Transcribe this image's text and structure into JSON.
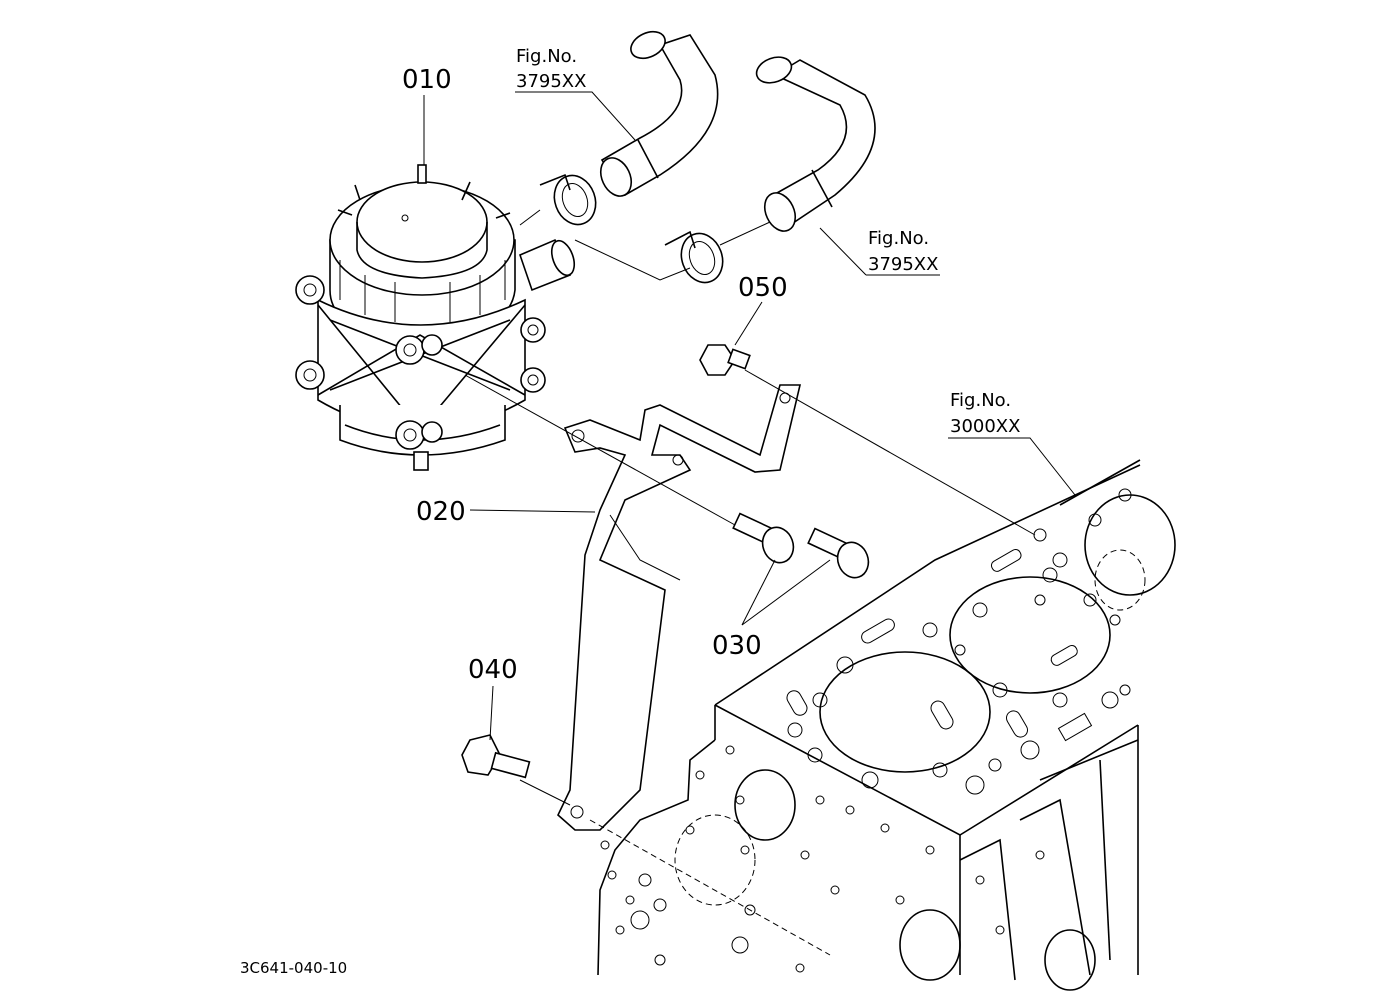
{
  "diagram": {
    "callouts": {
      "part_010": "010",
      "part_020": "020",
      "part_030": "030",
      "part_040": "040",
      "part_050": "050"
    },
    "figure_refs": {
      "hose_upper": {
        "line1": "Fig.No.",
        "line2": "3795XX"
      },
      "hose_right": {
        "line1": "Fig.No.",
        "line2": "3795XX"
      },
      "engine_block": {
        "line1": "Fig.No.",
        "line2": "3000XX"
      }
    },
    "drawing_code": "3C641-040-10"
  }
}
